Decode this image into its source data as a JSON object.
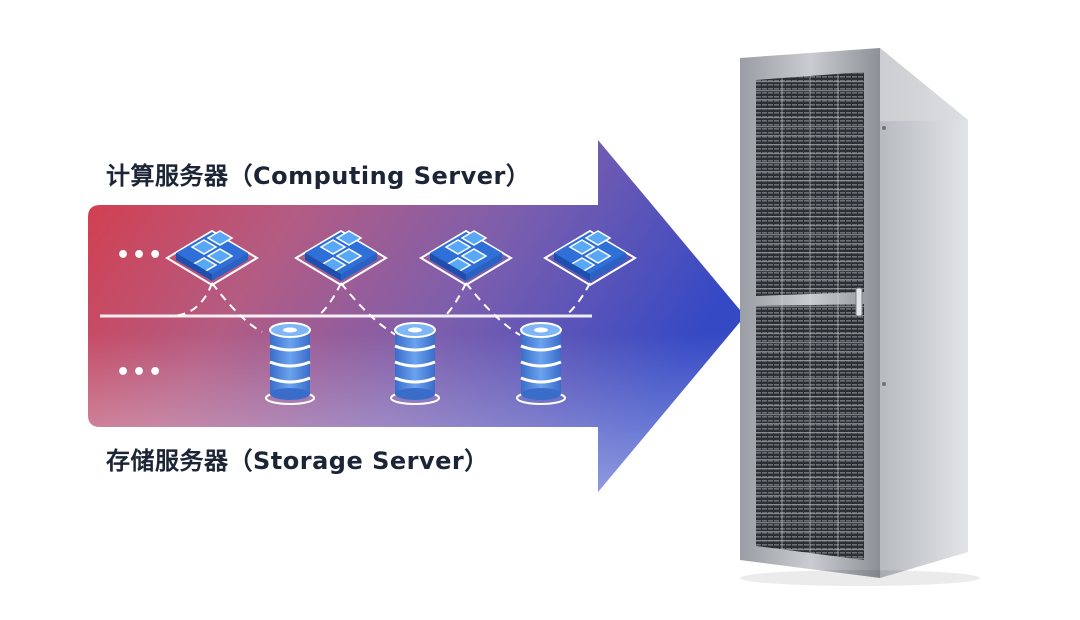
{
  "compute_server": {
    "label": "计算服务器（Computing Server）",
    "ellipsis": "•••",
    "node_count": 4
  },
  "storage_server": {
    "label": "存储服务器（Storage Server）",
    "ellipsis": "•••",
    "node_count": 3
  },
  "colors": {
    "arrow_start": "#d93a46",
    "arrow_mid": "#8b5ea0",
    "arrow_end": "#3a4fc4",
    "chip_blue": "#3f8ee8",
    "disk_blue": "#4a7fd6",
    "label_text": "#1c2536"
  },
  "icons": {
    "compute": "cpu-chip-cluster-icon",
    "storage": "database-stack-icon",
    "rack": "server-rack-cabinet"
  }
}
